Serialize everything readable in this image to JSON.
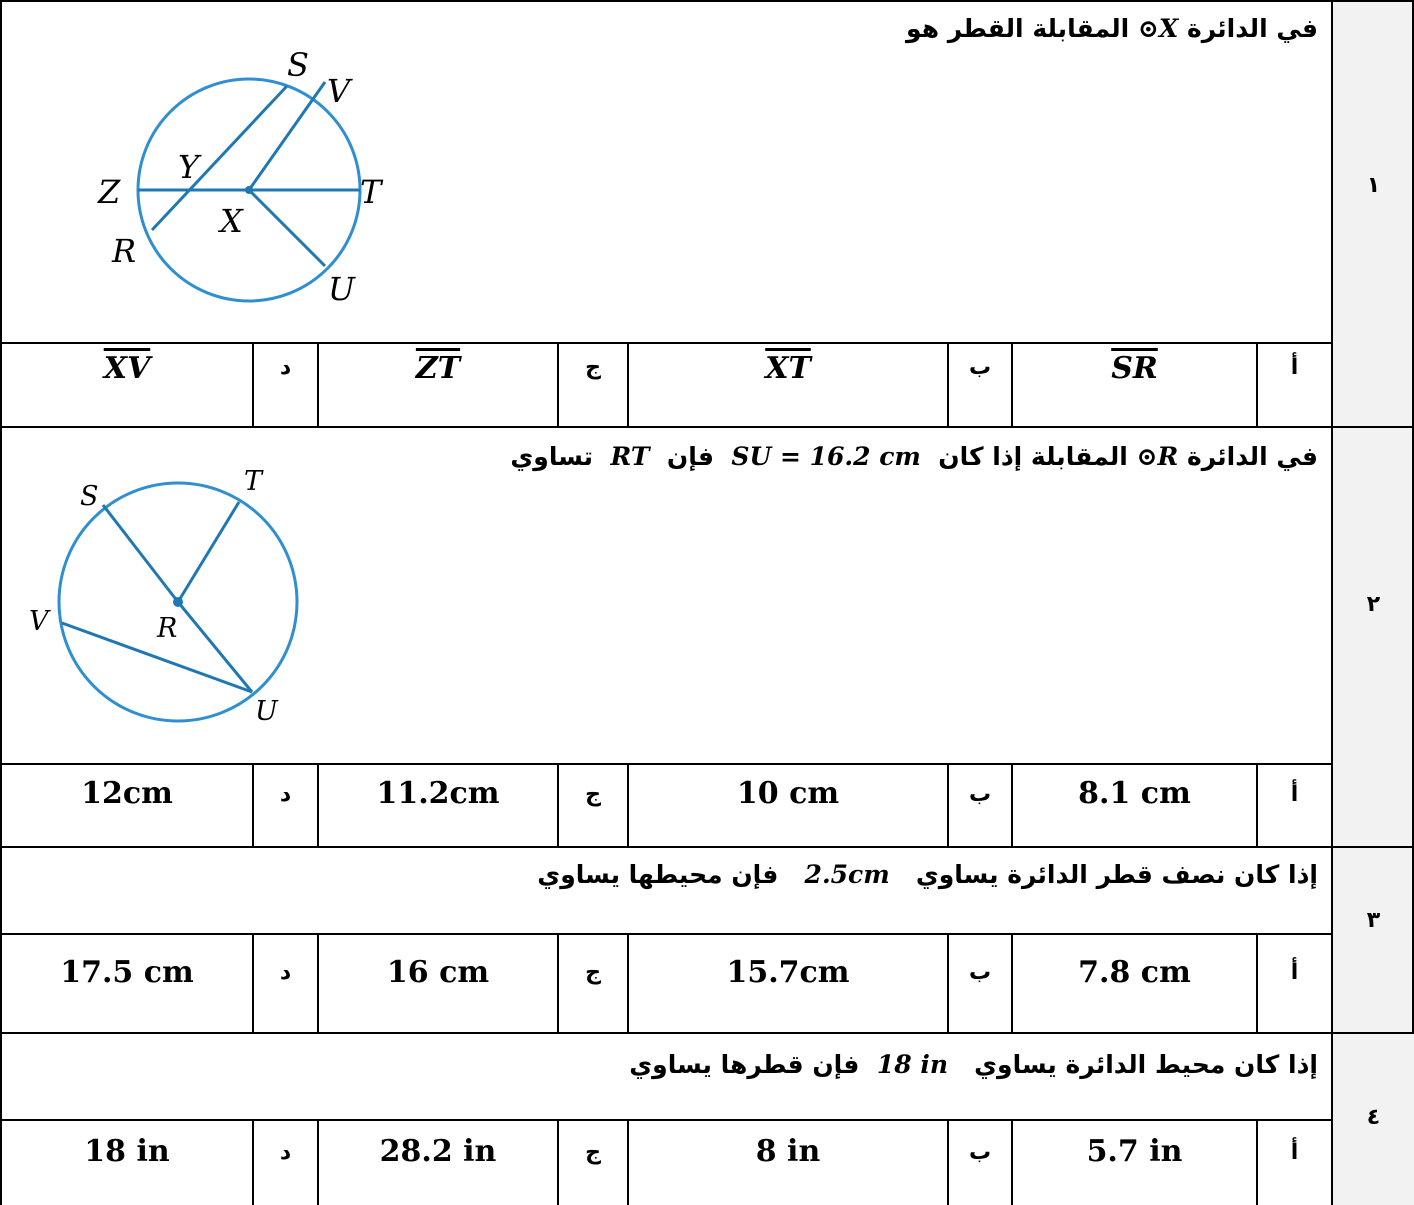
{
  "questions": [
    {
      "number": "١",
      "text_before": "في الدائرة",
      "circle_symbol": "⊙X",
      "text_after": "المقابلة القطر هو",
      "figure_labels": {
        "S": "S",
        "V": "V",
        "Z": "Z",
        "Y": "Y",
        "T": "T",
        "X": "X",
        "R": "R",
        "U": "U"
      },
      "options": [
        {
          "label": "أ",
          "value": "SR",
          "overline": true
        },
        {
          "label": "ب",
          "value": "XT",
          "overline": true
        },
        {
          "label": "ج",
          "value": "ZT",
          "overline": true
        },
        {
          "label": "د",
          "value": "XV",
          "overline": true
        }
      ]
    },
    {
      "number": "٢",
      "text_before": "في الدائرة",
      "circle_symbol": "⊙R",
      "text_middle": "المقابلة إذا كان",
      "given": "SU = 16.2 cm",
      "text_then": "فإن",
      "segment": "RT",
      "text_after": "تساوي",
      "figure_labels": {
        "S": "S",
        "T": "T",
        "V": "V",
        "R": "R",
        "U": "U"
      },
      "options": [
        {
          "label": "أ",
          "value": "8.1 cm"
        },
        {
          "label": "ب",
          "value": "10 cm"
        },
        {
          "label": "ج",
          "value": "11.2cm"
        },
        {
          "label": "د",
          "value": "12cm"
        }
      ]
    },
    {
      "number": "٣",
      "text_before": "إذا كان نصف قطر الدائرة يساوي",
      "given": "2.5cm",
      "text_after": "فإن محيطها يساوي",
      "options": [
        {
          "label": "أ",
          "value": "7.8 cm"
        },
        {
          "label": "ب",
          "value": "15.7cm"
        },
        {
          "label": "ج",
          "value": "16 cm"
        },
        {
          "label": "د",
          "value": "17.5 cm"
        }
      ]
    },
    {
      "number": "٤",
      "text_before": "إذا كان محيط الدائرة يساوي",
      "given": "18 in",
      "text_after": "فإن قطرها يساوي",
      "options": [
        {
          "label": "أ",
          "value": "5.7 in"
        },
        {
          "label": "ب",
          "value": "8 in"
        },
        {
          "label": "ج",
          "value": "28.2 in"
        },
        {
          "label": "د",
          "value": "18 in"
        }
      ]
    }
  ],
  "colors": {
    "circle": "#2f8fd0",
    "grid": "#000000",
    "number_column": "#f2f2f2"
  }
}
